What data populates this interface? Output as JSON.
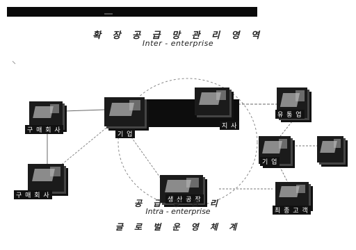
{
  "title_korean": "확 장  공 급 망  관 리  영 역",
  "title_english": "Inter - enterprise",
  "inner_korean": "공 급 망  관 리",
  "inner_english": "Intra - enterprise",
  "bottom_korean": "글 로 벌  운 영 체 계",
  "nodes": {
    "left_top": "구 매 회 사",
    "left_bottom": "구 매 회 사",
    "center_left": "기 업",
    "center_right": "지 사",
    "right_top": "유 통 업",
    "right_middle": "기 업",
    "bottom_center": "생 산  공 장",
    "bottom_right": "최 종 고 객"
  },
  "colors": {
    "ink": "#111111",
    "line": "#777777",
    "background": "#ffffff"
  }
}
